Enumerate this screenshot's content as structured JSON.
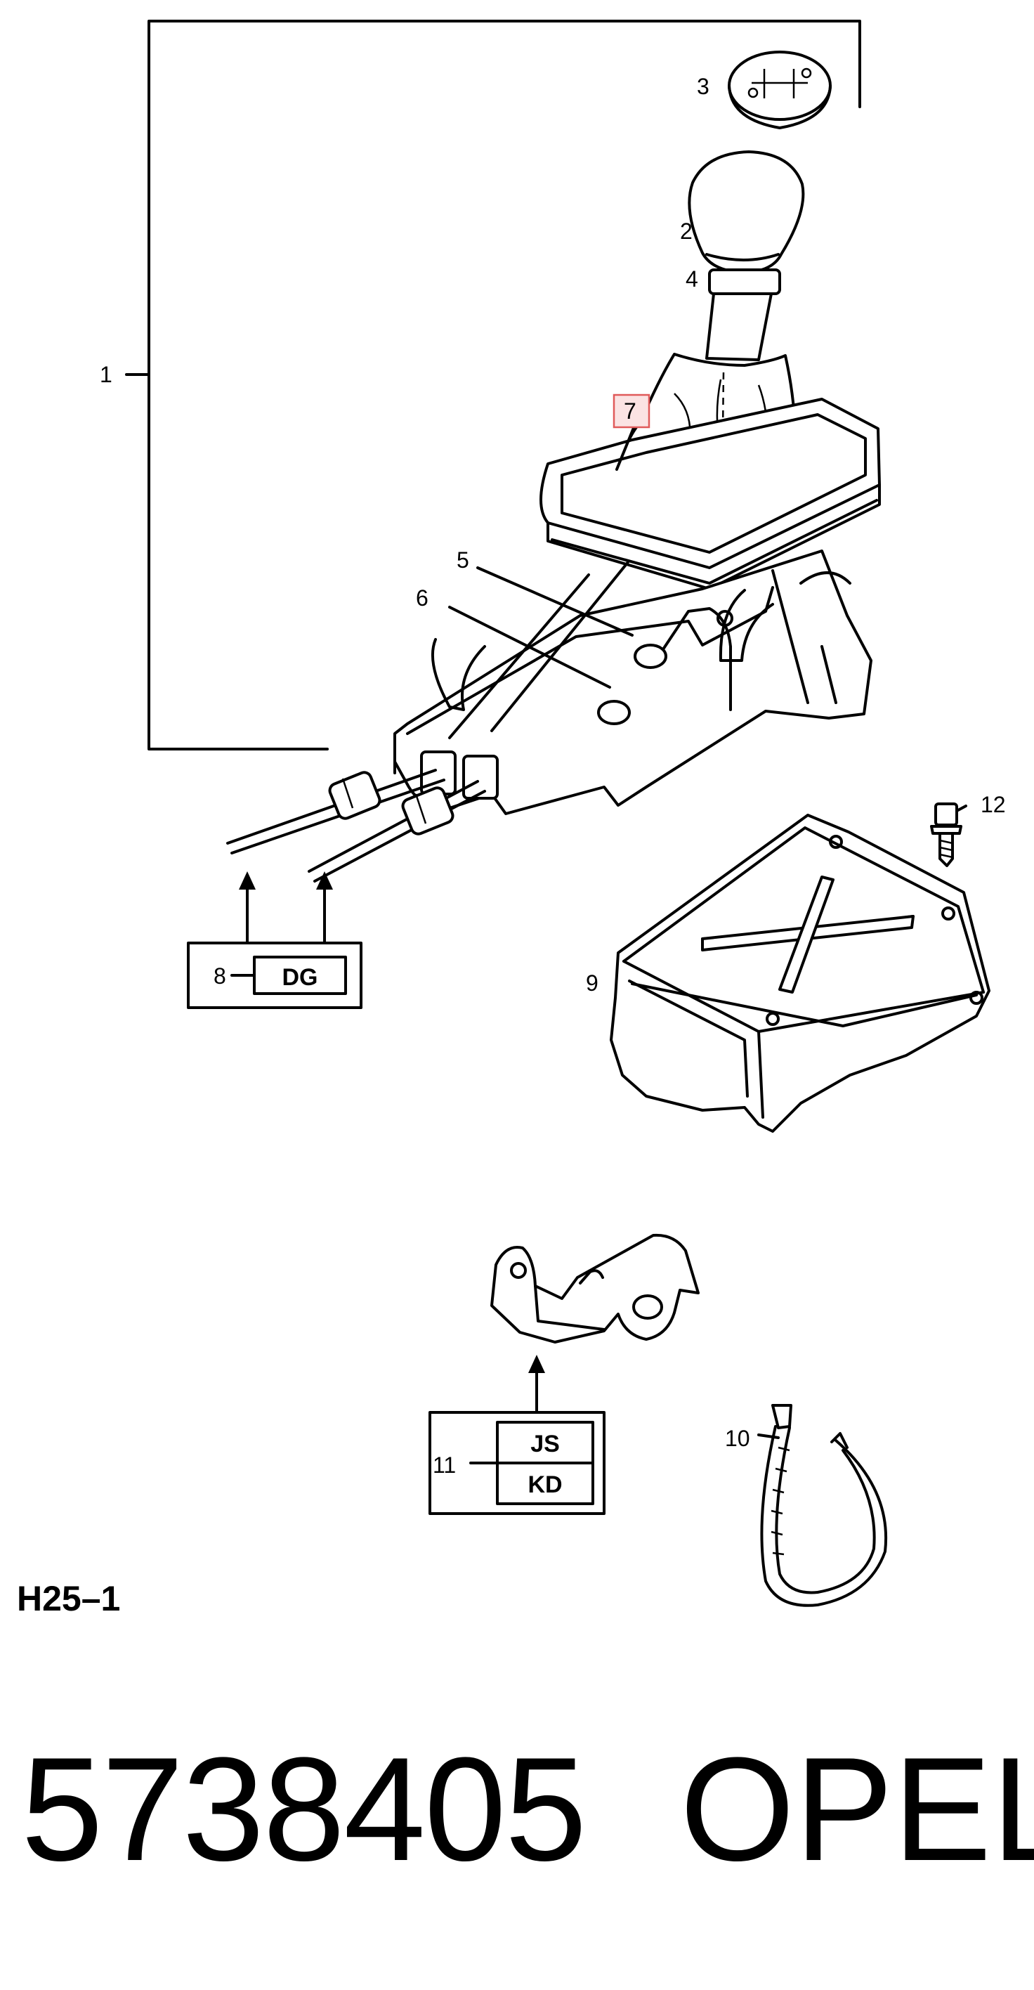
{
  "callouts": {
    "c1": "1",
    "c2": "2",
    "c3": "3",
    "c4": "4",
    "c5": "5",
    "c6": "6",
    "c7": "7",
    "c8": "8",
    "c9": "9",
    "c10": "10",
    "c11": "11",
    "c12": "12"
  },
  "codes": {
    "dg": "DG",
    "js": "JS",
    "kd": "KD"
  },
  "section_code": "H25–1",
  "part_number": "5738405",
  "brand": "OPEL",
  "colors": {
    "line": "#000000",
    "background": "#ffffff",
    "highlight_border": "#e05a5a",
    "highlight_fill": "#fbe3e3"
  }
}
